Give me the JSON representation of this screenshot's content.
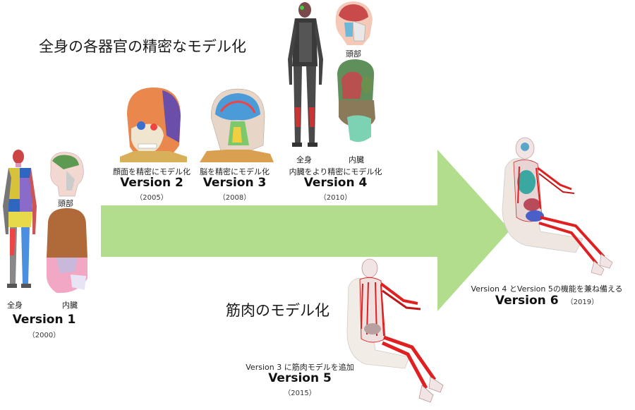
{
  "headings": {
    "organs": "全身の各器官の精密なモデル化",
    "muscles": "筋肉のモデル化"
  },
  "v1": {
    "label_body": "全身",
    "label_head": "頭部",
    "label_organs": "内臓",
    "version": "Version 1",
    "year": "（2000）"
  },
  "v2": {
    "caption": "顔面を精密にモデル化",
    "version": "Version 2",
    "year": "（2005）"
  },
  "v3": {
    "caption": "脳を精密にモデル化",
    "version": "Version 3",
    "year": "（2008）"
  },
  "v4": {
    "label_head": "頭部",
    "label_body": "全身",
    "label_organs": "内臓",
    "caption": "内臓をより精密にモデル化",
    "version": "Version 4",
    "year": "（2010）"
  },
  "v5": {
    "caption": "Version 3 に筋肉モデルを追加",
    "version": "Version 5",
    "year": "（2015）"
  },
  "v6": {
    "caption": "Version 4 とVersion 5の機能を兼ね備える",
    "version": "Version 6",
    "year": "（2019）"
  },
  "colors": {
    "arrow": "#b1dd8c",
    "muscle": "#e02020",
    "skin": "#e8c8b8"
  }
}
